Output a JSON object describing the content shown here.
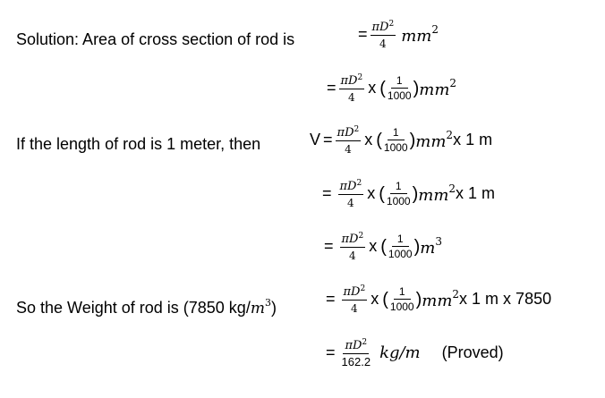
{
  "document": {
    "lines": [
      {
        "label": "Solution: Area of cross section of rod is",
        "equals": "=",
        "fraction": {
          "numerator": "πD",
          "numerator_exp": "2",
          "denominator": "4"
        },
        "unit": "mm",
        "unit_exp": "2"
      },
      {
        "equals": "=",
        "fraction": {
          "numerator": "πD",
          "numerator_exp": "2",
          "denominator": "4"
        },
        "times": "x",
        "open_paren": "(",
        "factor": {
          "numerator": "1",
          "denominator": "1000"
        },
        "close_paren": ")",
        "unit": "mm",
        "unit_exp": "2"
      },
      {
        "label": "If the length of rod is 1 meter, then",
        "lhs": "V",
        "equals": "=",
        "fraction": {
          "numerator": "πD",
          "numerator_exp": "2",
          "denominator": "4"
        },
        "times": "x",
        "open_paren": "(",
        "factor": {
          "numerator": "1",
          "denominator": "1000"
        },
        "close_paren": ")",
        "unit": "mm",
        "unit_exp": "2",
        "suffix": "x 1 m"
      },
      {
        "equals": "=",
        "fraction": {
          "numerator": "πD",
          "numerator_exp": "2",
          "denominator": "4"
        },
        "times": "x",
        "open_paren": "(",
        "factor": {
          "numerator": "1",
          "denominator": "1000"
        },
        "close_paren": ")",
        "unit": "mm",
        "unit_exp": "2",
        "suffix": "x 1 m"
      },
      {
        "equals": "=",
        "fraction": {
          "numerator": "πD",
          "numerator_exp": "2",
          "denominator": "4"
        },
        "times": "x",
        "open_paren": "(",
        "factor": {
          "numerator": "1",
          "denominator": "1000"
        },
        "close_paren": ")",
        "unit": "m",
        "unit_exp": "3"
      },
      {
        "label": "So the Weight of rod is (7850 kg/",
        "label_math": "m",
        "label_math_exp": "3",
        "label_close": ")",
        "equals": "=",
        "fraction": {
          "numerator": "πD",
          "numerator_exp": "2",
          "denominator": "4"
        },
        "times": "x",
        "open_paren": "(",
        "factor": {
          "numerator": "1",
          "denominator": "1000"
        },
        "close_paren": ")",
        "unit": "mm",
        "unit_exp": "2",
        "suffix": "x 1 m x 7850"
      },
      {
        "equals": "=",
        "fraction": {
          "numerator": "πD",
          "numerator_exp": "2",
          "denominator": "162.2"
        },
        "unit": "kg/m",
        "note": "(Proved)"
      }
    ]
  }
}
